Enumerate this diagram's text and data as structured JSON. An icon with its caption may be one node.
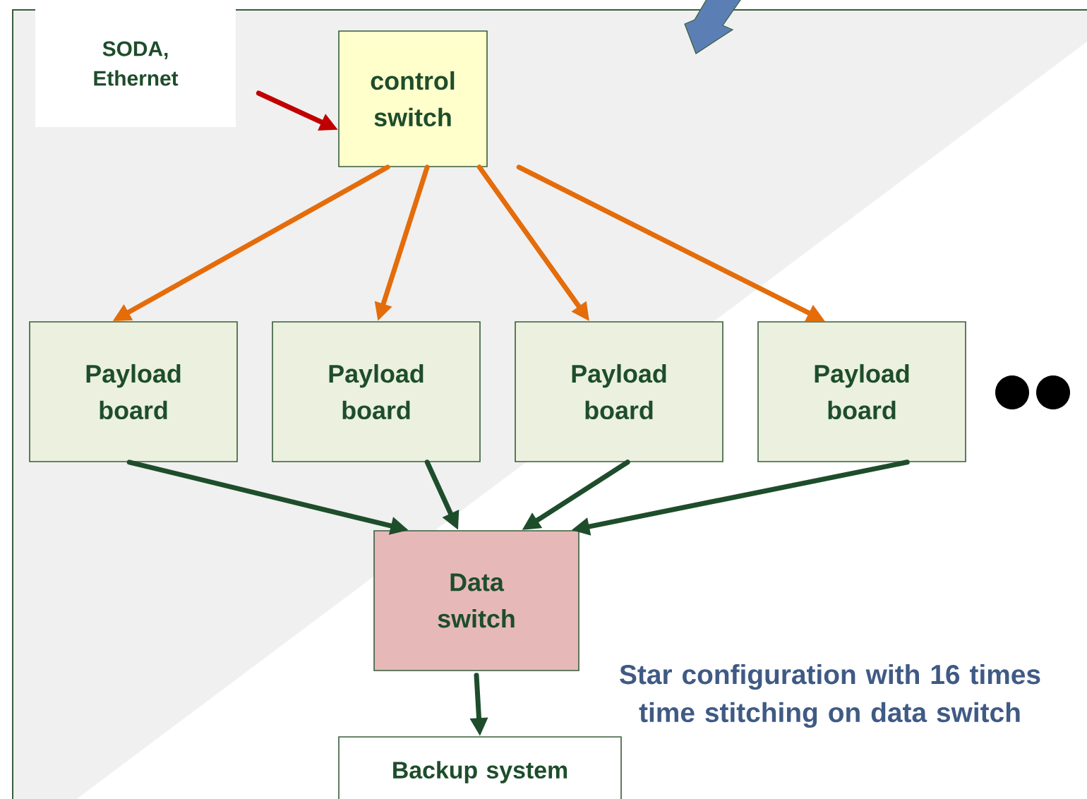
{
  "diagram": {
    "nodes": [
      {
        "text": [
          "SODA, Ethernet"
        ]
      },
      {
        "text": [
          "control switch"
        ]
      },
      {
        "text": [
          "Payload board"
        ]
      },
      {
        "text": [
          "Payload board"
        ]
      },
      {
        "text": [
          "Payload board"
        ]
      },
      {
        "text": [
          "Payload board"
        ]
      },
      {
        "text": [
          "Data switch"
        ]
      },
      {
        "text": [
          "Backup system"
        ]
      }
    ],
    "edges": [
      {
        "from": 0,
        "to": 1,
        "arrow": "to",
        "color": "#c00000"
      },
      {
        "from": 1,
        "to": 2,
        "arrow": "to",
        "color": "#e46c0a"
      },
      {
        "from": 1,
        "to": 3,
        "arrow": "to",
        "color": "#e46c0a"
      },
      {
        "from": 1,
        "to": 4,
        "arrow": "to",
        "color": "#e46c0a"
      },
      {
        "from": 1,
        "to": 5,
        "arrow": "to",
        "color": "#e46c0a"
      },
      {
        "from": 2,
        "to": 6,
        "arrow": "to"
      },
      {
        "from": 3,
        "to": 6,
        "arrow": "to"
      },
      {
        "from": 4,
        "to": 6,
        "arrow": "to"
      },
      {
        "from": 5,
        "to": 6,
        "arrow": "to"
      },
      {
        "from": 6,
        "to": 7,
        "arrow": "to"
      }
    ],
    "labels": [
      "Star configuration with 16 times time stitching on data switch"
    ]
  }
}
